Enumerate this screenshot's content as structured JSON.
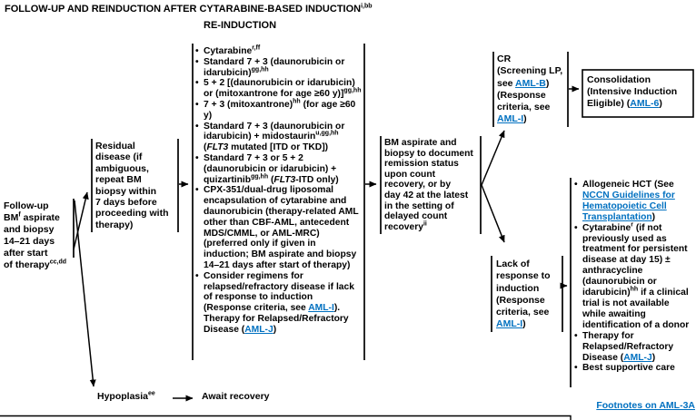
{
  "colors": {
    "link": "#0070C0",
    "line": "#000000",
    "background": "#FFFFFF"
  },
  "page": {
    "title_rich": [
      {
        "t": "FOLLOW-UP AND REINDUCTION AFTER CYTARABINE-BASED INDUCTION"
      },
      {
        "t": "i,bb",
        "sup": true
      }
    ],
    "section_label": "RE-INDUCTION",
    "footnotes_link": "Footnotes on AML-3A"
  },
  "nodes": {
    "followup": {
      "rich": [
        {
          "t": "Follow-up"
        },
        {
          "br": true
        },
        {
          "t": "BM"
        },
        {
          "t": "f",
          "sup": true
        },
        {
          "t": " aspirate"
        },
        {
          "br": true
        },
        {
          "t": "and biopsy"
        },
        {
          "br": true
        },
        {
          "t": "14–21 days"
        },
        {
          "br": true
        },
        {
          "t": "after start"
        },
        {
          "br": true
        },
        {
          "t": "of therapy"
        },
        {
          "t": "cc,dd",
          "sup": true
        }
      ]
    },
    "residual": {
      "rich": [
        {
          "t": "Residual"
        },
        {
          "br": true
        },
        {
          "t": "disease (if"
        },
        {
          "br": true
        },
        {
          "t": "ambiguous,"
        },
        {
          "br": true
        },
        {
          "t": "repeat BM"
        },
        {
          "br": true
        },
        {
          "t": "biopsy within"
        },
        {
          "br": true
        },
        {
          "t": "7 days before"
        },
        {
          "br": true
        },
        {
          "t": "proceeding with"
        },
        {
          "br": true
        },
        {
          "t": "therapy)"
        }
      ]
    },
    "reinduction_options": {
      "items": [
        {
          "rich": [
            {
              "t": "Cytarabine"
            },
            {
              "t": "r,ff",
              "sup": true
            }
          ]
        },
        {
          "rich": [
            {
              "t": "Standard 7 + 3 (daunorubicin or idarubicin)"
            },
            {
              "t": "gg,hh",
              "sup": true
            }
          ]
        },
        {
          "rich": [
            {
              "t": "5 + 2 [(daunorubicin or idarubicin) or (mitoxantrone for age ≥60 y)]"
            },
            {
              "t": "gg,hh",
              "sup": true
            }
          ]
        },
        {
          "rich": [
            {
              "t": "7 + 3 (mitoxantrone)"
            },
            {
              "t": "hh",
              "sup": true
            },
            {
              "t": " (for age ≥60 y)"
            }
          ]
        },
        {
          "rich": [
            {
              "t": "Standard 7 + 3 (daunorubicin or idarubicin) + midostaurin"
            },
            {
              "t": "u,gg,hh",
              "sup": true
            },
            {
              "t": " ("
            },
            {
              "t": "FLT3",
              "i": true
            },
            {
              "t": " mutated [ITD or TKD])"
            }
          ]
        },
        {
          "rich": [
            {
              "t": "Standard 7 + 3 or 5 + 2 (daunorubicin or idarubicin) + quizartinib"
            },
            {
              "t": "gg,hh",
              "sup": true
            },
            {
              "t": " ("
            },
            {
              "t": "FLT3",
              "i": true
            },
            {
              "t": "-ITD only)"
            }
          ]
        },
        {
          "rich": [
            {
              "t": "CPX-351/dual-drug liposomal encapsulation of cytarabine and daunorubicin (therapy-related AML other than CBF-AML, antecedent MDS/CMML, or AML-MRC) (preferred only if given in induction; BM aspirate and biopsy 14–21 days after start of therapy)"
            }
          ]
        },
        {
          "rich": [
            {
              "t": "Consider regimens for relapsed/refractory disease if lack of response to induction (Response criteria, see "
            },
            {
              "t": "AML-I",
              "link": true
            },
            {
              "t": "). Therapy for Relapsed/Refractory Disease ("
            },
            {
              "t": "AML-J",
              "link": true
            },
            {
              "t": ")"
            }
          ]
        }
      ]
    },
    "bm_assessment": {
      "rich": [
        {
          "t": "BM aspirate and"
        },
        {
          "br": true
        },
        {
          "t": "biopsy to document"
        },
        {
          "br": true
        },
        {
          "t": "remission status"
        },
        {
          "br": true
        },
        {
          "t": "upon count"
        },
        {
          "br": true
        },
        {
          "t": "recovery, or by"
        },
        {
          "br": true
        },
        {
          "t": "day 42 at the latest"
        },
        {
          "br": true
        },
        {
          "t": "in the setting of"
        },
        {
          "br": true
        },
        {
          "t": "delayed count"
        },
        {
          "br": true
        },
        {
          "t": "recovery"
        },
        {
          "t": "ii",
          "sup": true
        }
      ]
    },
    "cr": {
      "rich": [
        {
          "t": "CR"
        },
        {
          "br": true
        },
        {
          "t": "(Screening LP,"
        },
        {
          "br": true
        },
        {
          "t": "see "
        },
        {
          "t": "AML-B",
          "link": true
        },
        {
          "t": ")"
        },
        {
          "br": true
        },
        {
          "t": "(Response"
        },
        {
          "br": true
        },
        {
          "t": "criteria, see"
        },
        {
          "br": true
        },
        {
          "t": "AML-I",
          "link": true
        },
        {
          "t": ")"
        }
      ]
    },
    "consolidation": {
      "rich": [
        {
          "t": "Consolidation"
        },
        {
          "br": true
        },
        {
          "t": "(Intensive Induction"
        },
        {
          "br": true
        },
        {
          "t": "Eligible) ("
        },
        {
          "t": "AML-6",
          "link": true
        },
        {
          "t": ")"
        }
      ]
    },
    "lack_of_response": {
      "rich": [
        {
          "t": "Lack of"
        },
        {
          "br": true
        },
        {
          "t": "response to"
        },
        {
          "br": true
        },
        {
          "t": "induction"
        },
        {
          "br": true
        },
        {
          "t": "(Response"
        },
        {
          "br": true
        },
        {
          "t": "criteria, see"
        },
        {
          "br": true
        },
        {
          "t": "AML-I",
          "link": true
        },
        {
          "t": ")"
        }
      ]
    },
    "post_failure_options": {
      "items": [
        {
          "rich": [
            {
              "t": "Allogeneic HCT (See "
            },
            {
              "t": "NCCN Guidelines for Hematopoietic Cell Transplantation",
              "link": true
            },
            {
              "t": ")"
            }
          ]
        },
        {
          "rich": [
            {
              "t": "Cytarabine"
            },
            {
              "t": "r",
              "sup": true
            },
            {
              "t": " (if not previously used as treatment for persistent disease at day 15) ± anthracycline (daunorubicin or idarubicin)"
            },
            {
              "t": "hh",
              "sup": true
            },
            {
              "t": " if a clinical trial is not available while awaiting identification of a donor"
            }
          ]
        },
        {
          "rich": [
            {
              "t": "Therapy for Relapsed/Refractory Disease ("
            },
            {
              "t": "AML-J",
              "link": true
            },
            {
              "t": ")"
            }
          ]
        },
        {
          "rich": [
            {
              "t": "Best supportive care"
            }
          ]
        }
      ]
    },
    "hypoplasia": {
      "rich": [
        {
          "t": "Hypoplasia"
        },
        {
          "t": "ee",
          "sup": true
        }
      ]
    },
    "await_recovery": {
      "label": "Await recovery"
    }
  }
}
